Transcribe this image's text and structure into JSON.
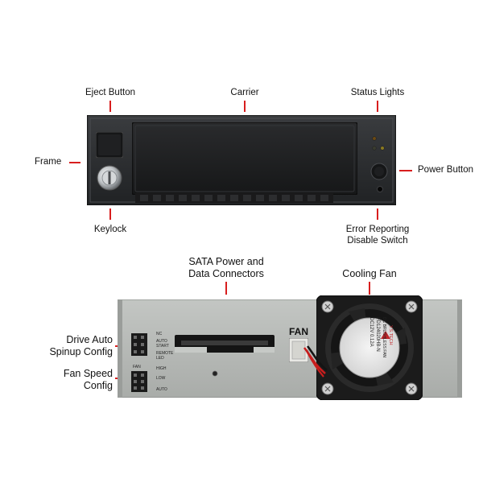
{
  "front_labels": {
    "eject_button": "Eject Button",
    "carrier": "Carrier",
    "status_lights": "Status Lights",
    "frame": "Frame",
    "power_button": "Power Button",
    "keylock": "Keylock",
    "error_reporting_line1": "Error Reporting",
    "error_reporting_line2": "Disable Switch"
  },
  "back_labels": {
    "sata_line1": "SATA Power and",
    "sata_line2": "Data Connectors",
    "cooling_fan": "Cooling Fan",
    "drive_auto_line1": "Drive Auto",
    "drive_auto_line2": "Spinup Config",
    "fan_speed_line1": "Fan Speed",
    "fan_speed_line2": "Config"
  },
  "board_text": {
    "nc": "NC",
    "auto_start_line1": "AUTO",
    "auto_start_line2": "START",
    "remote_led_line1": "REMOTE",
    "remote_led_line2": "LED",
    "fan_small": "FAN",
    "high": "HIGH",
    "low": "LOW",
    "auto": "AUTO",
    "fan_big": "FAN"
  },
  "fan_sticker": {
    "brand": "Y.S.TECH",
    "line1": "DC BRUSHLESS FAN",
    "line2": "FD124020HB-N",
    "line3": "DC12V   0.12A"
  },
  "colors": {
    "callout_line": "#d81e1e",
    "front_panel": "#26282a",
    "back_plate": "#b4b7b4",
    "fan_frame": "#1c1c1c"
  }
}
